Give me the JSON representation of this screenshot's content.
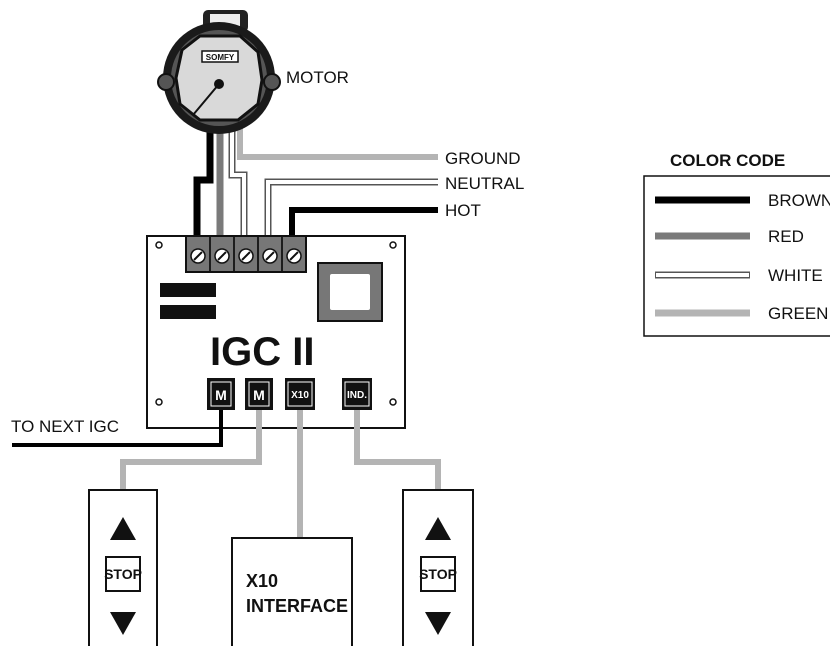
{
  "colors": {
    "brown": "#000000",
    "red": "#7a7a7a",
    "white": "#ffffff",
    "green": "#b4b4b4"
  },
  "motor": {
    "label": "MOTOR",
    "brand": "SOMFY"
  },
  "lines": {
    "ground": "GROUND",
    "neutral": "NEUTRAL",
    "hot": "HOT"
  },
  "board": {
    "title": "IGC II",
    "jacks": [
      "M",
      "M",
      "X10",
      "IND."
    ]
  },
  "next_label": "TO NEXT IGC",
  "switch": {
    "stop": "STOP",
    "up_icon": "triangle-up",
    "down_icon": "triangle-down"
  },
  "x10_interface": {
    "line1": "X10",
    "line2": "INTERFACE"
  },
  "legend": {
    "title": "COLOR CODE",
    "items": [
      {
        "label": "BROWN",
        "color": "brown"
      },
      {
        "label": "RED",
        "color": "red"
      },
      {
        "label": "WHITE",
        "color": "white"
      },
      {
        "label": "GREEN",
        "color": "green"
      }
    ]
  }
}
